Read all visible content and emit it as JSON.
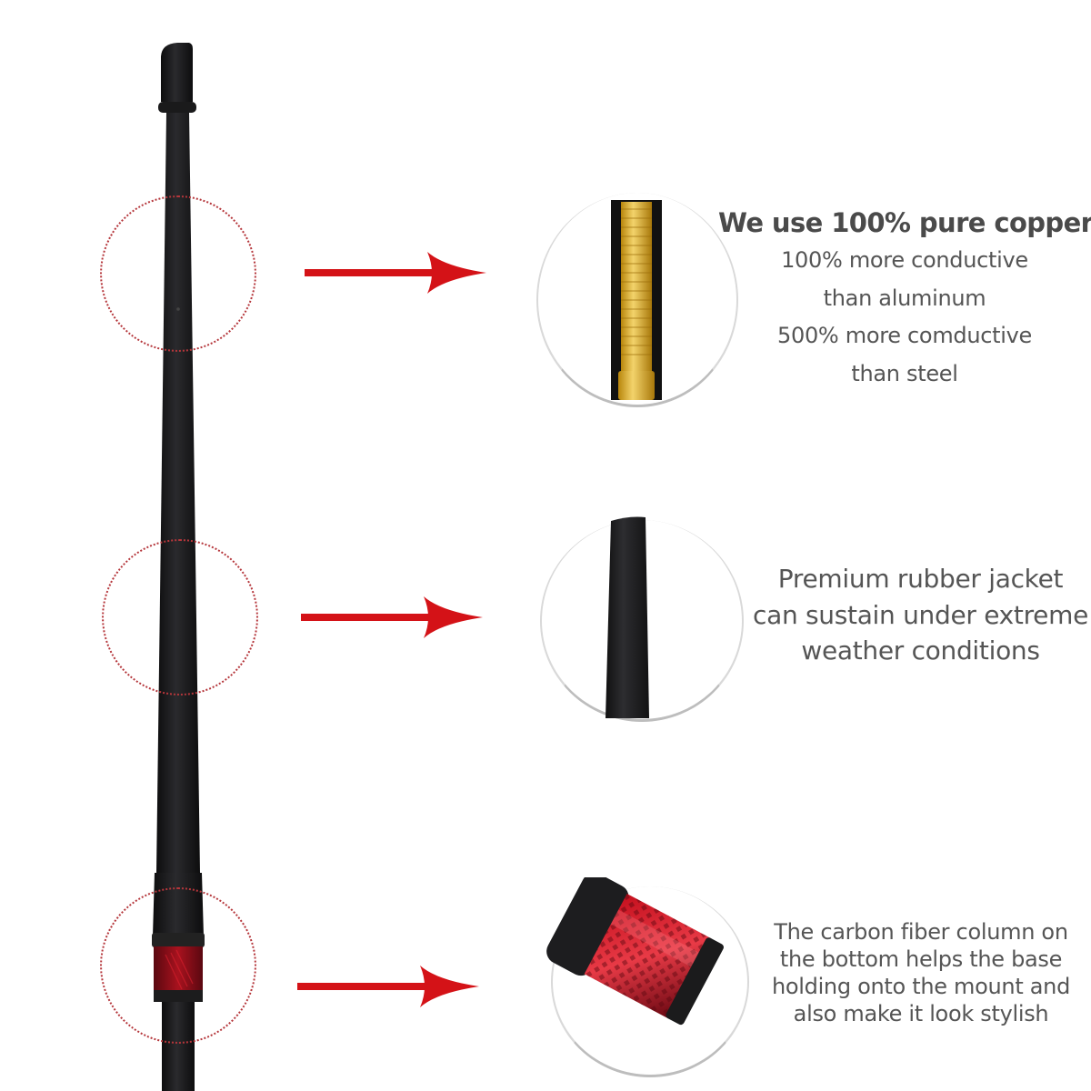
{
  "image": {
    "background": "#ffffff",
    "accent_red": "#d41217",
    "dotted_circle_color": "#b5363b",
    "text_color": "#555555"
  },
  "product": {
    "name": "antenna-mast",
    "body_color": "#1c1c1e",
    "carbon_color": "#9e0e1a"
  },
  "features": [
    {
      "id": "copper",
      "detail_image": "copper-thread-closeup",
      "title": "We use 100% pure copper",
      "lines": [
        "100% more conductive",
        "than aluminum",
        "500% more comductive",
        "than steel"
      ]
    },
    {
      "id": "rubber",
      "detail_image": "rubber-jacket-closeup",
      "lines": [
        "Premium rubber jacket",
        "can sustain under extreme",
        "weather conditions"
      ]
    },
    {
      "id": "carbon",
      "detail_image": "carbon-fiber-base-closeup",
      "lines": [
        "The carbon fiber column on",
        "the bottom helps the base",
        "holding onto  the mount and",
        "also make it look stylish"
      ]
    }
  ]
}
